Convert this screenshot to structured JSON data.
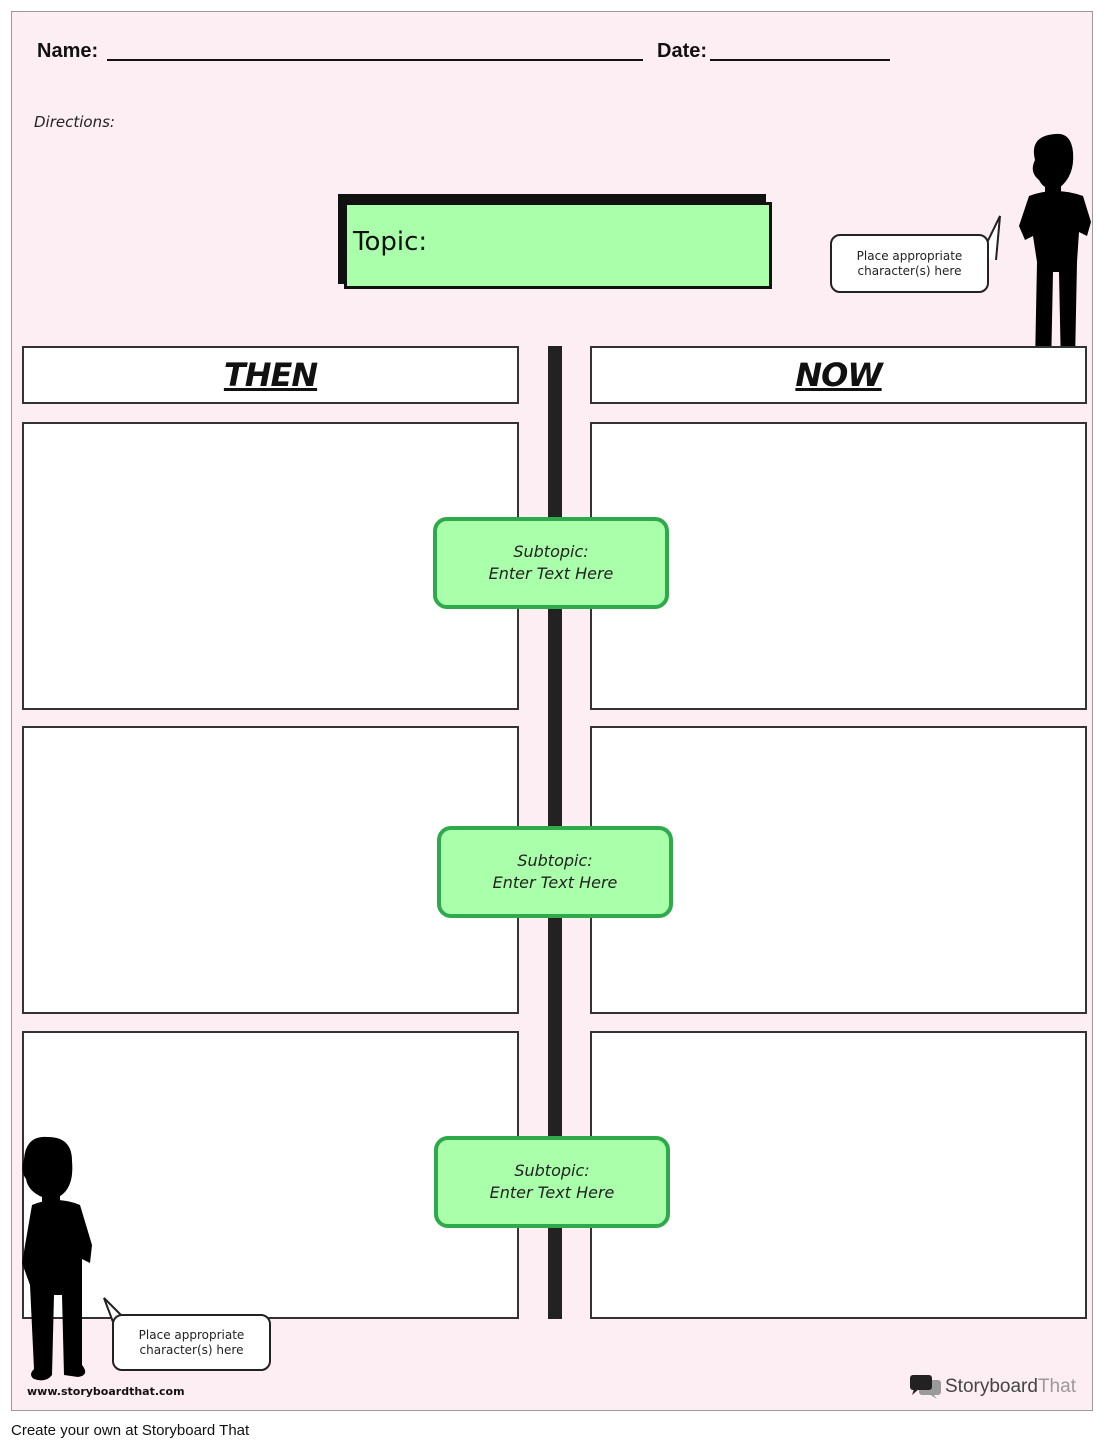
{
  "header": {
    "name_label": "Name:",
    "date_label": "Date:",
    "directions_label": "Directions:"
  },
  "topic": {
    "label": "Topic:"
  },
  "columns": {
    "then_label": "THEN",
    "now_label": "NOW"
  },
  "subtopics": [
    {
      "line1": "Subtopic:",
      "line2": "Enter Text Here"
    },
    {
      "line1": "Subtopic:",
      "line2": "Enter Text Here"
    },
    {
      "line1": "Subtopic:",
      "line2": "Enter Text Here"
    }
  ],
  "speech_bubbles": [
    {
      "line1": "Place appropriate",
      "line2": "character(s) here"
    },
    {
      "line1": "Place appropriate",
      "line2": "character(s) here"
    }
  ],
  "watermark": {
    "site": "www.storyboardthat.com",
    "brand_storyboard": "Storyboard",
    "brand_that": "That"
  },
  "footer": {
    "text": "Create your own at Storyboard That"
  },
  "colors": {
    "sheet_background": "#fdeef4",
    "topic_fill": "#aaffaa",
    "subtopic_border": "#2eaa4a",
    "silhouette": "#000000"
  }
}
